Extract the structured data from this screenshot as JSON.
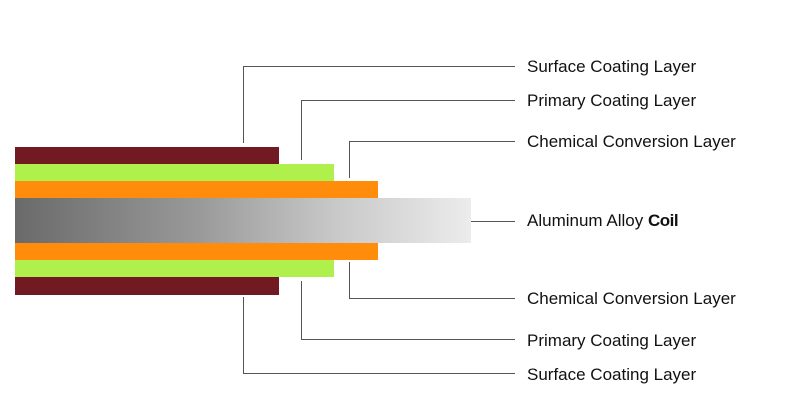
{
  "colors": {
    "surface": "#721a22",
    "primary": "#b0f04c",
    "conversion": "#ff8c0a",
    "alloy_dark": "#6a6a6a",
    "alloy_light": "#ececec"
  },
  "labels": {
    "top_surface": "Surface Coating Layer",
    "top_primary": "Primary Coating Layer",
    "top_conversion": "Chemical Conversion Layer",
    "alloy": "Aluminum Alloy",
    "alloy_suffix": "Coil",
    "bottom_conversion": "Chemical Conversion Layer",
    "bottom_primary": "Primary Coating Layer",
    "bottom_surface": "Surface Coating Layer"
  }
}
